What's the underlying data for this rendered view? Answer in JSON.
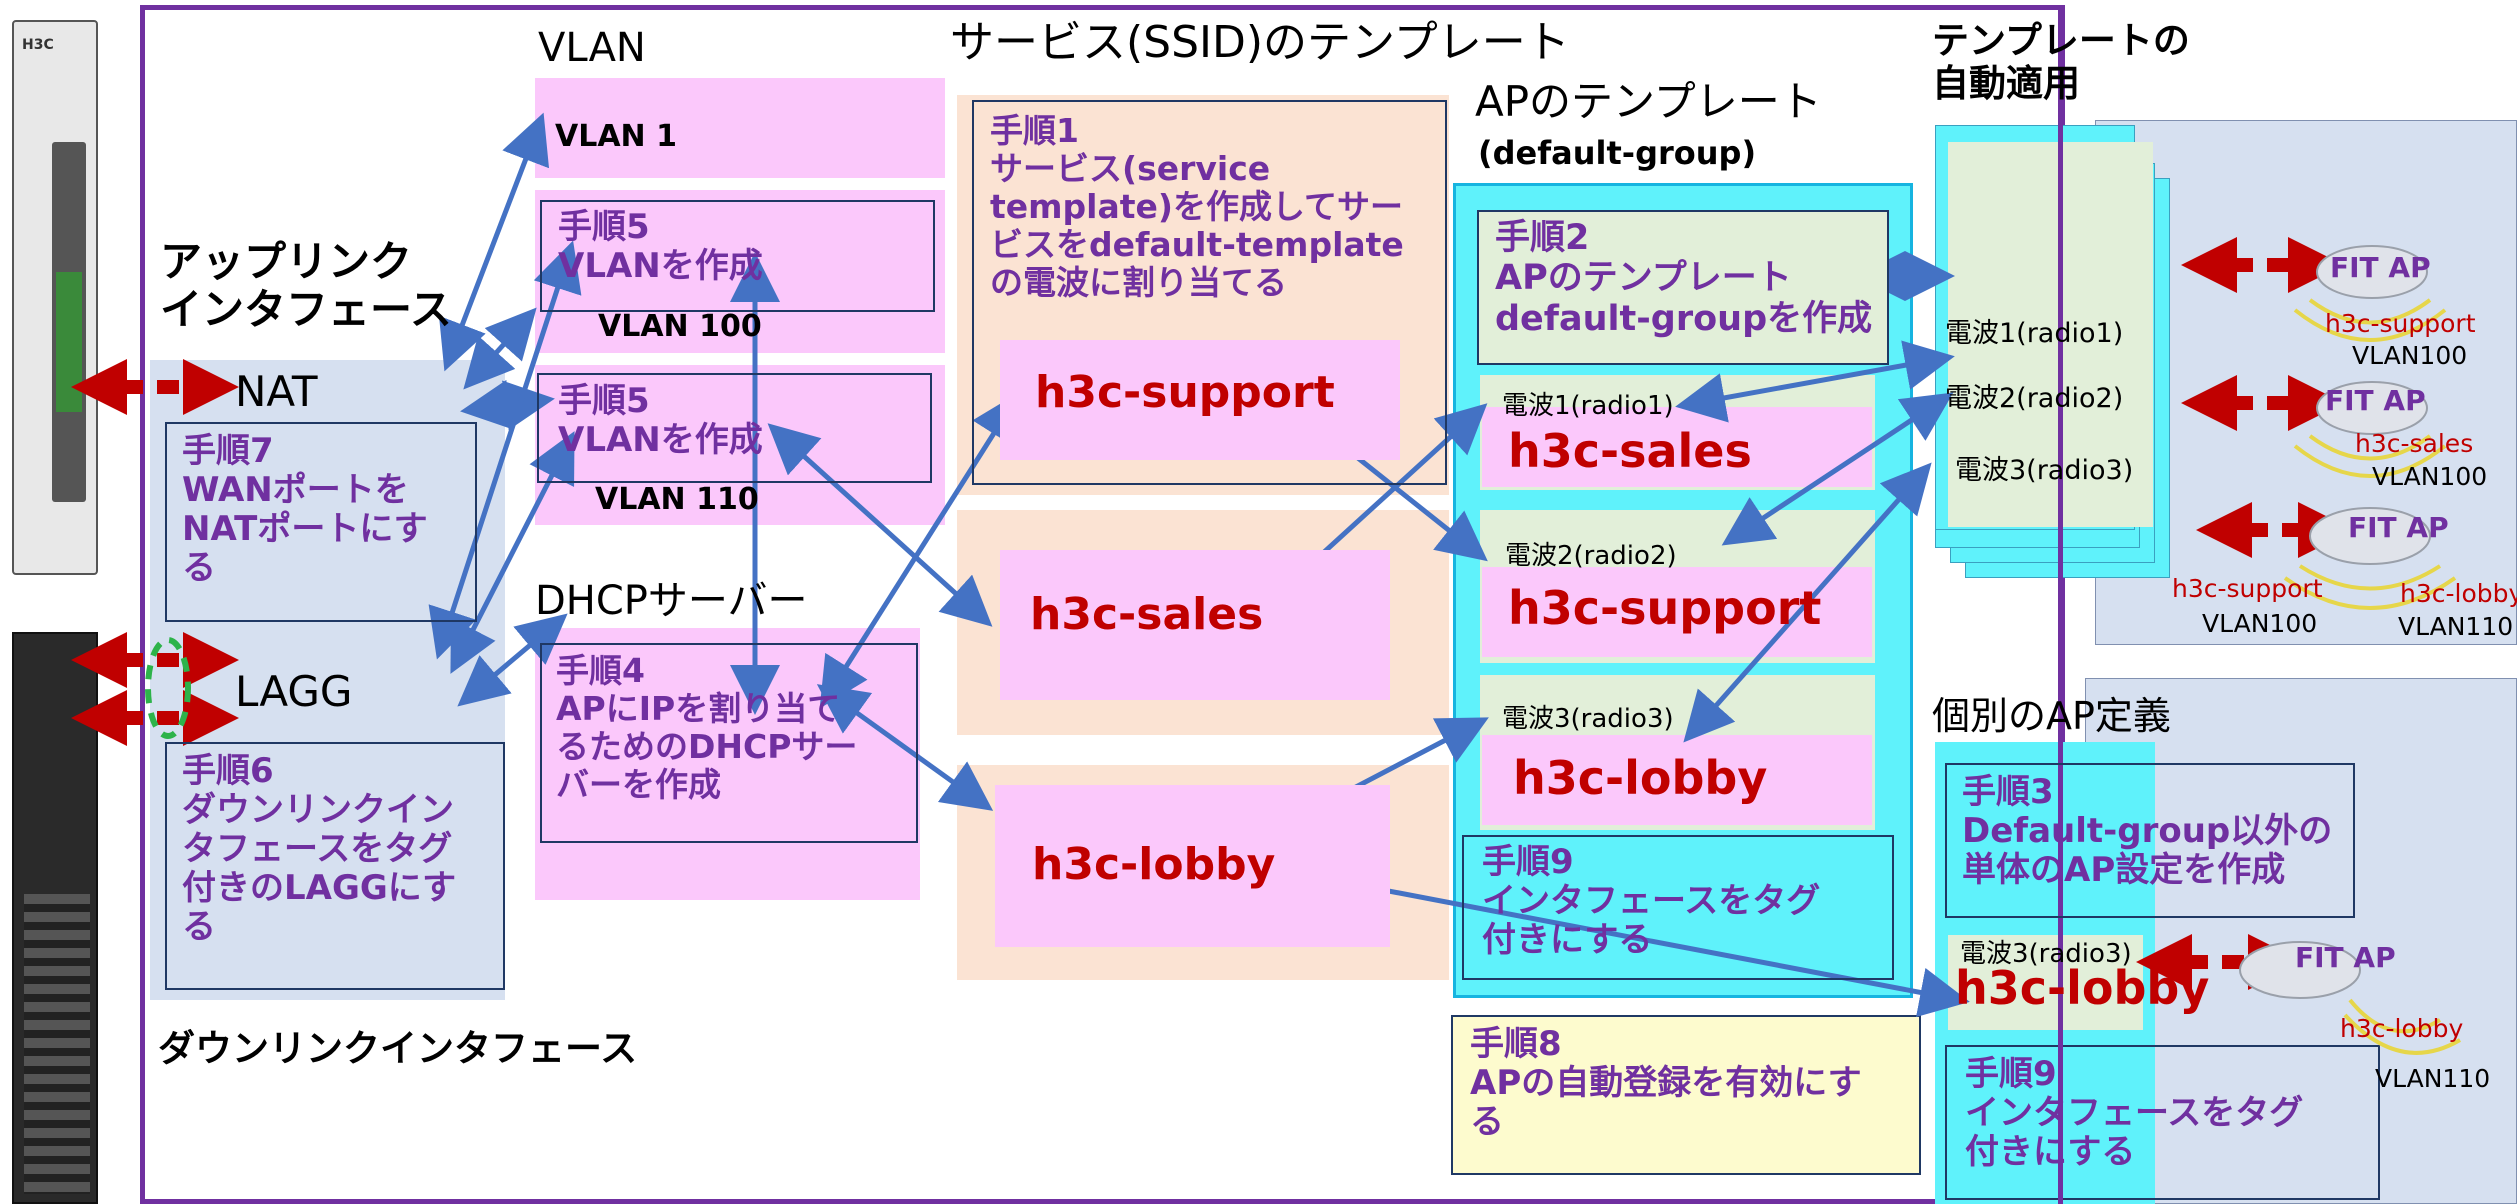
{
  "headers": {
    "vlan": "VLAN",
    "service_template": "サービス(SSID)のテンプレート",
    "ap_template": "APのテンプレート",
    "ap_template_sub": "(default-group)",
    "auto_apply": "テンプレートの\n自動適用",
    "uplink": "アップリンク\nインタフェース",
    "dhcp": "DHCPサーバー",
    "individual": "個別のAP定義",
    "downlink": "ダウンリンクインタフェース"
  },
  "ports": {
    "nat": "NAT",
    "lagg": "LAGG"
  },
  "vlans": {
    "vlan1": "VLAN 1",
    "vlan100": "VLAN 100",
    "vlan110": "VLAN 110"
  },
  "steps": {
    "step1": "手順1\nサービス(service\ntemplate)を作成してサー\nビスをdefault-template\nの電波に割り当てる",
    "step2": "手順2\nAPのテンプレート\ndefault-groupを作成",
    "step3": "手順3\nDefault-group以外の\n単体のAP設定を作成",
    "step4": "手順4\nAPにIPを割り当て\nるためのDHCPサー\nバーを作成",
    "step5a": "手順5\nVLANを作成",
    "step5b": "手順5\nVLANを作成",
    "step6": "手順6\nダウンリンクイン\nタフェースをタグ\n付きのLAGGにす\nる",
    "step7": "手順7\nWANポートを\nNATポートにす\nる",
    "step8": "手順8\nAPの自動登録を有効にす\nる",
    "step9a": "手順9\nインタフェースをタグ\n付きにする",
    "step9b": "手順9\nインタフェースをタグ\n付きにする"
  },
  "ssids": {
    "support": "h3c-support",
    "sales": "h3c-sales",
    "lobby": "h3c-lobby"
  },
  "radios": {
    "r1": "電波1(radio1)",
    "r2": "電波2(radio2)",
    "r3": "電波3(radio3)"
  },
  "aps": {
    "label": "FIT AP",
    "ap1_ssid": "h3c-support",
    "ap1_vlan": "VLAN100",
    "ap2_ssid": "h3c-sales",
    "ap2_vlan": "VLAN100",
    "ap3_ssid_a": "h3c-support",
    "ap3_vlan_a": "VLAN100",
    "ap3_ssid_b": "h3c-lobby",
    "ap3_vlan_b": "VLAN110",
    "ap4_ssid": "h3c-lobby",
    "ap4_vlan": "VLAN110"
  },
  "device_brand": "H3C",
  "colors": {
    "frame": "#7030a0",
    "step_text": "#7030a0",
    "ssid_text": "#c00000",
    "arrow_blue": "#4472c4",
    "arrow_red": "#c00000",
    "pink": "#fbc8fb",
    "peach": "#fbe3d3",
    "lightblue": "#d6e0f0",
    "cyan": "#5ff2fb"
  }
}
